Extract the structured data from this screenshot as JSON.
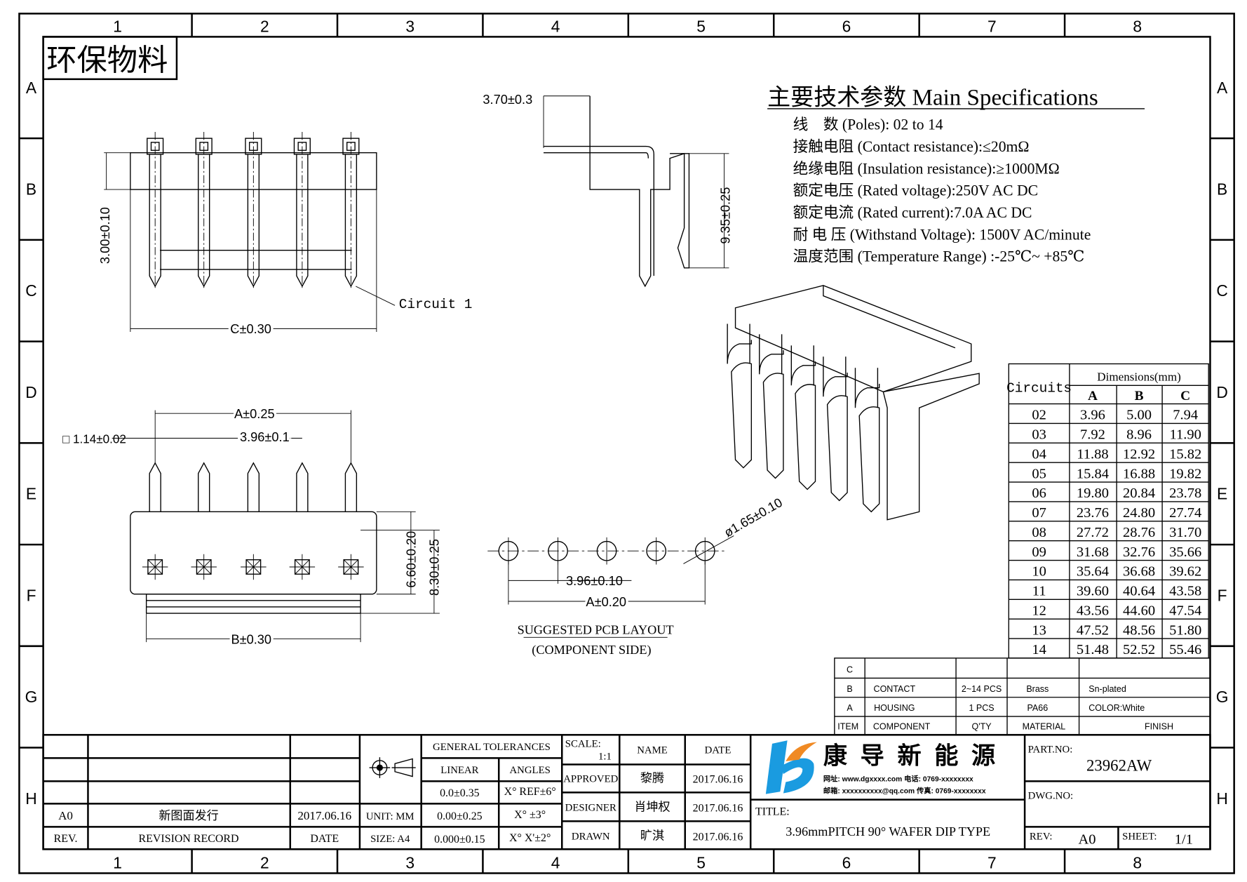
{
  "frame": {
    "columns": [
      "1",
      "2",
      "3",
      "4",
      "5",
      "6",
      "7",
      "8"
    ],
    "rows": [
      "A",
      "B",
      "C",
      "D",
      "E",
      "F",
      "G",
      "H"
    ],
    "eco_label": "环保物料"
  },
  "specs": {
    "title": "主要技术参数 Main Specifications",
    "lines": [
      "线    数 (Poles): 02 to 14",
      "接触电阻 (Contact resistance):≤20mΩ",
      "绝缘电阻 (Insulation resistance):≥1000MΩ",
      "额定电压 (Rated voltage):250V AC DC",
      "额定电流 (Rated current):7.0A AC DC",
      "耐 电 压 (Withstand Voltage): 1500V AC/minute",
      "温度范围 (Temperature Range) :-25℃~ +85℃"
    ]
  },
  "dims": {
    "top_h": "3.00±0.10",
    "top_c": "C±0.30",
    "circuit1": "Circuit 1",
    "side_w": "3.70±0.3",
    "side_h": "9.35±0.25",
    "bot_a": "A±0.25",
    "bot_sq": "□ 1.14±0.02",
    "bot_pitch": "3.96±0.1",
    "bot_h1": "6.60±0.20",
    "bot_h2": "8.30±0.25",
    "bot_b": "B±0.30",
    "pcb_dia": "ø1.65±0.10",
    "pcb_pitch": "3.96±0.10",
    "pcb_a": "A±0.20",
    "pcb_title": "SUGGESTED PCB LAYOUT",
    "pcb_sub": "(COMPONENT SIDE)"
  },
  "dim_table": {
    "circuits_label": "Circuits",
    "group_label": "Dimensions(mm)",
    "columns": [
      "A",
      "B",
      "C"
    ],
    "rows": [
      [
        "02",
        "3.96",
        "5.00",
        "7.94"
      ],
      [
        "03",
        "7.92",
        "8.96",
        "11.90"
      ],
      [
        "04",
        "11.88",
        "12.92",
        "15.82"
      ],
      [
        "05",
        "15.84",
        "16.88",
        "19.82"
      ],
      [
        "06",
        "19.80",
        "20.84",
        "23.78"
      ],
      [
        "07",
        "23.76",
        "24.80",
        "27.74"
      ],
      [
        "08",
        "27.72",
        "28.76",
        "31.70"
      ],
      [
        "09",
        "31.68",
        "32.76",
        "35.66"
      ],
      [
        "10",
        "35.64",
        "36.68",
        "39.62"
      ],
      [
        "11",
        "39.60",
        "40.64",
        "43.58"
      ],
      [
        "12",
        "43.56",
        "44.60",
        "47.54"
      ],
      [
        "13",
        "47.52",
        "48.56",
        "51.80"
      ],
      [
        "14",
        "51.48",
        "52.52",
        "55.46"
      ]
    ]
  },
  "bom": {
    "headers": [
      "ITEM",
      "COMPONENT",
      "Q'TY",
      "MATERIAL",
      "FINISH"
    ],
    "rows": [
      [
        "C",
        "",
        "",
        "",
        ""
      ],
      [
        "B",
        "CONTACT",
        "2~14 PCS",
        "Brass",
        "Sn-plated"
      ],
      [
        "A",
        "HOUSING",
        "1 PCS",
        "PA66",
        "COLOR:White"
      ]
    ]
  },
  "revision": {
    "rev": "A0",
    "record": "新图面发行",
    "date": "2017.06.16",
    "h_rev": "REV.",
    "h_record": "REVISION RECORD",
    "h_date": "DATE"
  },
  "tolerances": {
    "title": "GENERAL TOLERANCES",
    "linear": "LINEAR",
    "angles": "ANGLES",
    "rows": [
      [
        "0.0±0.35",
        "X° REF±6°"
      ],
      [
        "0.00±0.25",
        "X° ±3°"
      ],
      [
        "0.000±0.15",
        "X° X'±2°"
      ]
    ],
    "unit": "UNIT: MM",
    "size": "SIZE: A4"
  },
  "signoff": {
    "scale_label": "SCALE:",
    "scale": "1:1",
    "name_h": "NAME",
    "date_h": "DATE",
    "rows": [
      [
        "APPROVED",
        "黎腾",
        "2017.06.16"
      ],
      [
        "DESIGNER",
        "肖坤权",
        "2017.06.16"
      ],
      [
        "DRAWN",
        "旷淇",
        "2017.06.16"
      ]
    ]
  },
  "company": {
    "name": "康 导 新 能 源",
    "contact1": "网址: www.dgxxxx.com  电话: 0769-xxxxxxxx",
    "contact2": "邮箱: xxxxxxxxxx@qq.com  传真: 0769-xxxxxxxx",
    "logo_blue": "#1a9be0",
    "logo_orange": "#f08a24"
  },
  "title_block": {
    "title_label": "TITLE:",
    "title": "3.96mmPITCH 90° WAFER DIP TYPE",
    "part_label": "PART.NO:",
    "part_no": "23962AW",
    "dwg_label": "DWG.NO:",
    "rev_label": "REV:",
    "rev": "A0",
    "sheet_label": "SHEET:",
    "sheet": "1/1"
  }
}
